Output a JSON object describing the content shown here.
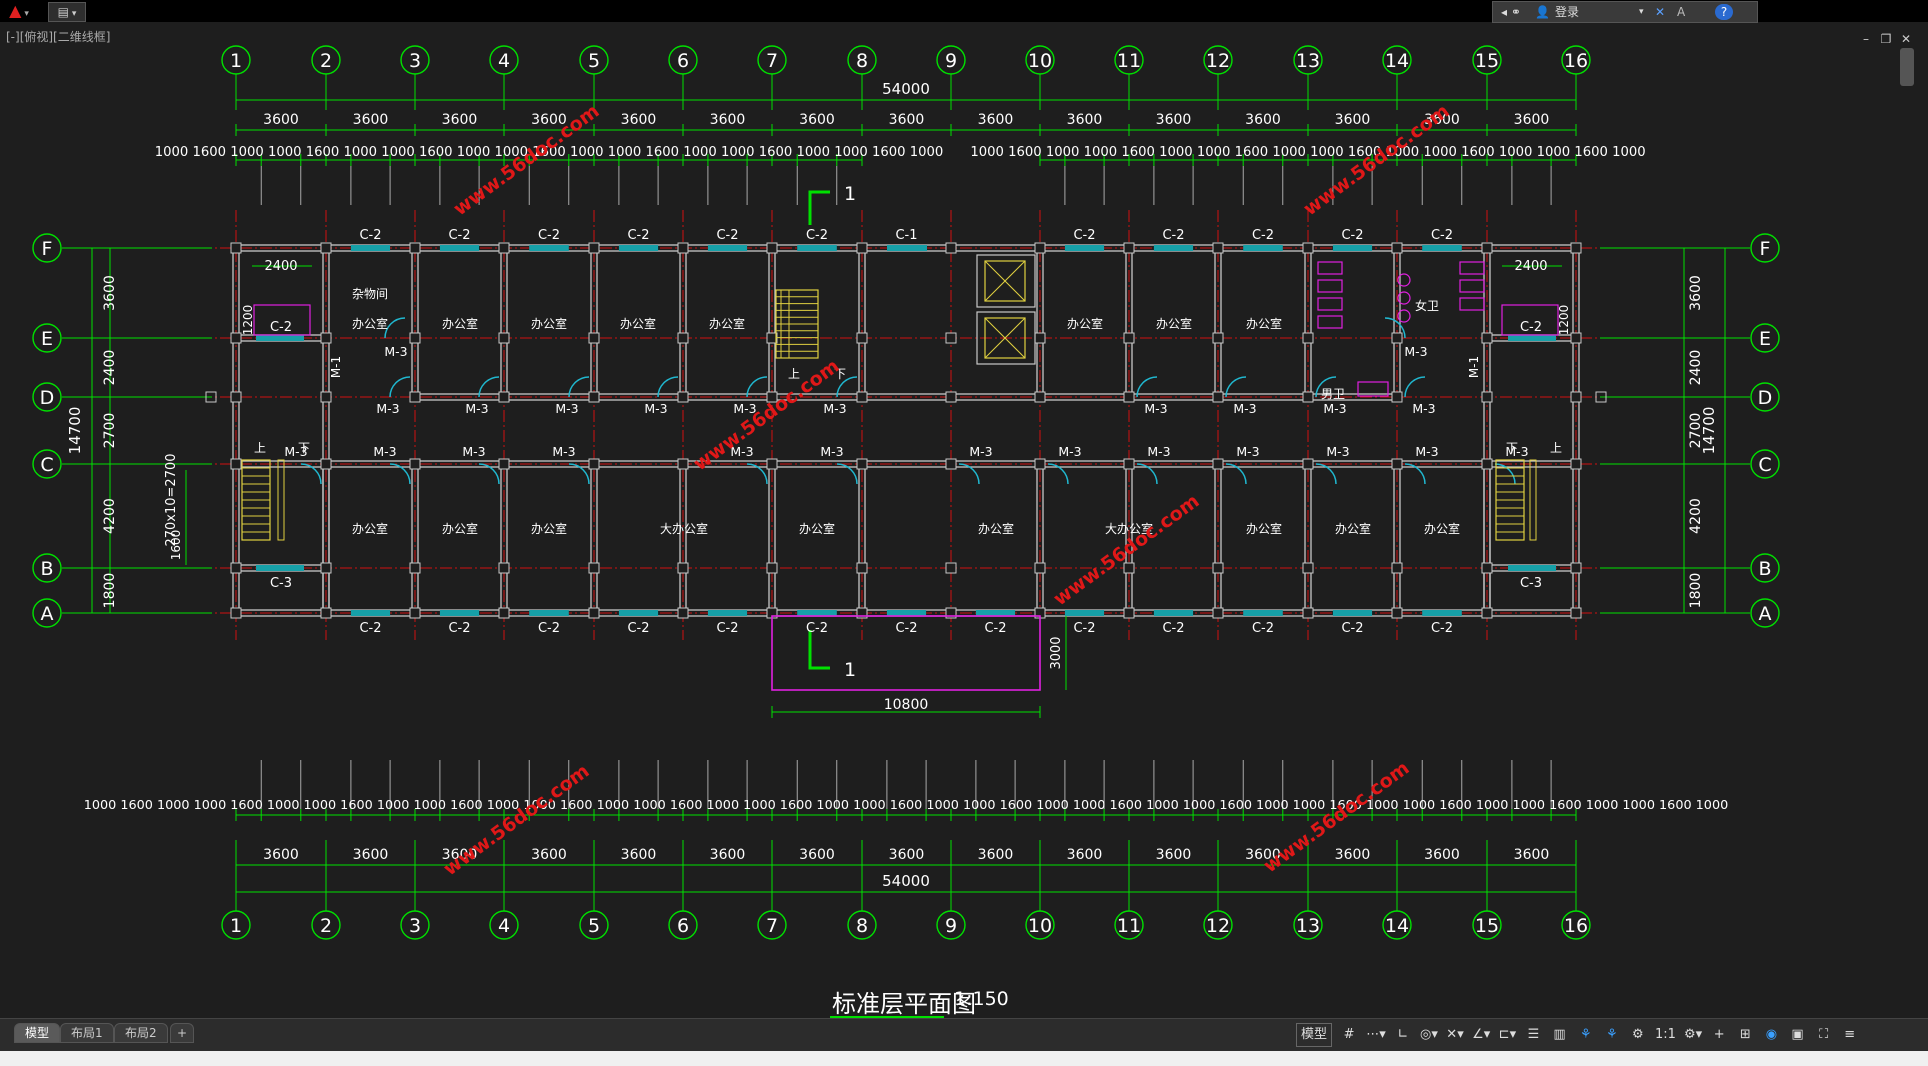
{
  "toolbar": {
    "app_menu_icon": "autocad-logo-icon",
    "login_label": "登录",
    "help_label": "?"
  },
  "viewport_label": "[-][俯视][二维线框]",
  "watermark": "www.56doc.com",
  "grid": {
    "columns": [
      "1",
      "2",
      "3",
      "4",
      "5",
      "6",
      "7",
      "8",
      "9",
      "10",
      "11",
      "12",
      "13",
      "14",
      "15",
      "16"
    ],
    "rows": [
      "A",
      "B",
      "C",
      "D",
      "E",
      "F"
    ]
  },
  "dimensions": {
    "overall_length": "54000",
    "bay": "3600",
    "sub_a": "1000",
    "sub_b": "1600",
    "overall_width": "14700",
    "row_spacings": [
      "1800",
      "4200",
      "2700",
      "2400",
      "3600"
    ],
    "stair_width": "2400",
    "stair_depth": "1200",
    "stair_run": "270x10=2700",
    "stair_landing": "1600",
    "entrance_width": "10800",
    "entrance_depth": "3000",
    "top_sub_left": "1000 1600 1000 1000 1600 1000 1000 1600 1000 1000 1600 1000 1000 1600 1000 1000 1600 1000 1000 1600 1000",
    "top_sub_right": "1000 1600 1000 1000 1600 1000 1000 1600 1000 1000 1600 1000 1000 1600 1000 1000 1600 1000",
    "bottom_sub": "1000 1600 1000 1000 1600 1000 1000 1600 1000 1000 1600 1000 1000 1600 1000 1000 1600 1000 1000 1600 1000 1000 1600 1000 1000 1600 1000 1000 1600 1000 1000 1600 1000 1000 1600 1000 1000 1600 1000 1000 1600 1000 1000 1600 1000"
  },
  "labels": {
    "window_c1": "C-1",
    "window_c2": "C-2",
    "window_c3": "C-3",
    "door_m1": "M-1",
    "door_m3": "M-3",
    "office": "办公室",
    "large_office": "大办公室",
    "storage": "杂物间",
    "mens_wc": "男卫",
    "womens_wc": "女卫",
    "up": "上",
    "down": "下",
    "section_mark": "1"
  },
  "drawing_title": "标准层平面图",
  "drawing_scale": "1:150",
  "layout_tabs": [
    "模型",
    "布局1",
    "布局2"
  ],
  "add_tab": "+",
  "status": {
    "model_label": "模型",
    "scale": "1:1"
  },
  "colors": {
    "grid_green": "#00e000",
    "axis_red": "#d01010",
    "wall": "#c8c8c8",
    "window_cyan": "#16a0a8",
    "door_cyan": "#20b8d0",
    "stair_yellow": "#e0d040",
    "fixture_magenta": "#e020e0",
    "watermark_red": "#e01818"
  }
}
